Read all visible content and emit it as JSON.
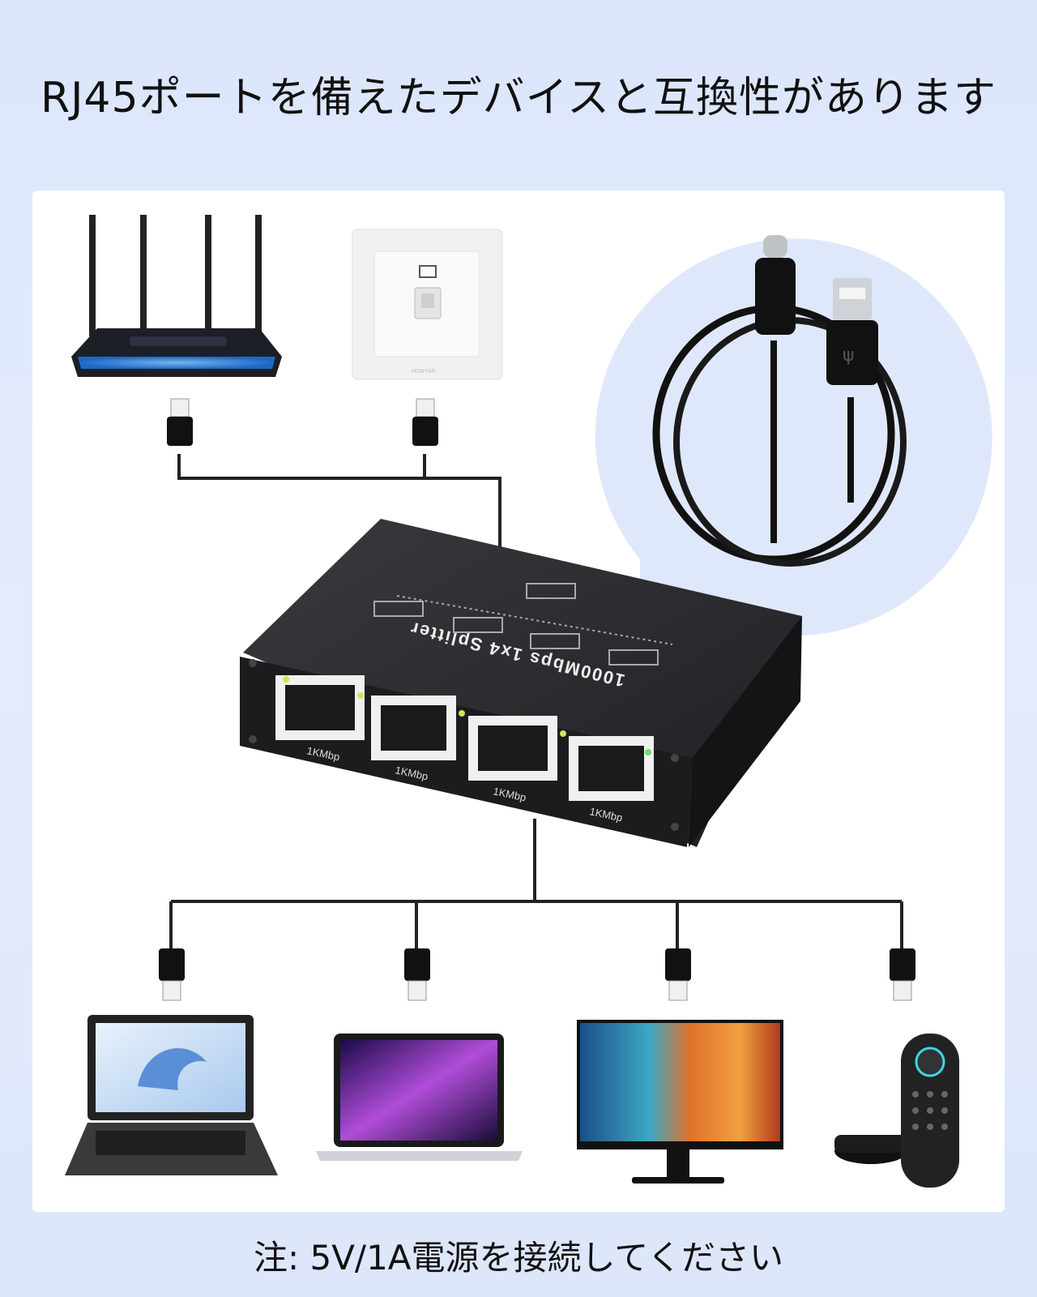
{
  "header": {
    "title": "RJ45ポートを備えたデバイスと互換性があります"
  },
  "splitter": {
    "model_text": "1000Mbps 1x4 Splitter",
    "port_labels": [
      "1KMbp",
      "1KMbp",
      "1KMbp",
      "1KMbp"
    ]
  },
  "wall_plate": {
    "brand": "HONYAR"
  },
  "footer": {
    "note": "注: 5V/1A電源を接続してください"
  },
  "colors": {
    "background": "#dde6fa",
    "panel": "#ffffff",
    "cable": "#222222",
    "splitter_body": "#2b2b2d"
  }
}
